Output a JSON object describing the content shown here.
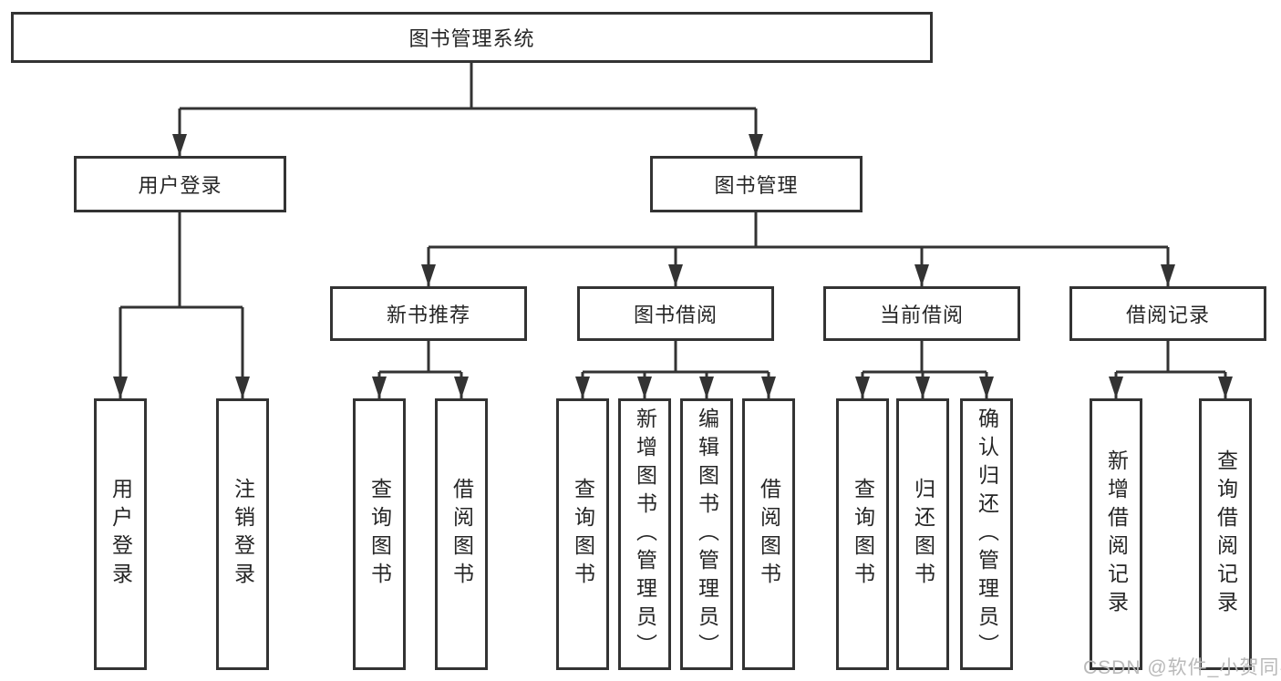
{
  "diagram": {
    "title": "图书管理系统",
    "branches": [
      {
        "label": "用户登录",
        "children": [
          "用户登录",
          "注销登录"
        ]
      },
      {
        "label": "图书管理",
        "sections": [
          {
            "label": "新书推荐",
            "children": [
              "查询图书",
              "借阅图书"
            ]
          },
          {
            "label": "图书借阅",
            "children": [
              "查询图书",
              "新增图书（管理员）",
              "编辑图书（管理员）",
              "借阅图书"
            ]
          },
          {
            "label": "当前借阅",
            "children": [
              "查询图书",
              "归还图书",
              "确认归还（管理员）"
            ]
          },
          {
            "label": "借阅记录",
            "children": [
              "新增借阅记录",
              "查询借阅记录"
            ]
          }
        ]
      }
    ]
  },
  "watermark": {
    "text": "CSDN @软件_小贺同学",
    "color": "#b9b9b9"
  },
  "colors": {
    "line": "#333333",
    "text": "#262626",
    "background": "#ffffff"
  }
}
